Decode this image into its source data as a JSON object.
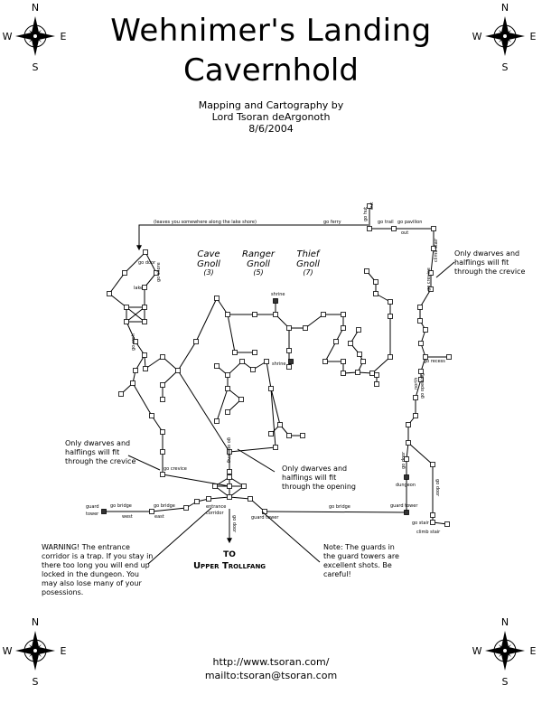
{
  "title": {
    "line1": "Wehnimer's Landing",
    "line2": "Cavernhold"
  },
  "credits": {
    "line1": "Mapping and Cartography by",
    "line2": "Lord Tsoran deArgonoth",
    "line3": "8/6/2004"
  },
  "compass": {
    "n": "N",
    "s": "S",
    "e": "E",
    "w": "W"
  },
  "areas": [
    {
      "name": "Cave",
      "sub": "Gnoll",
      "level": "(3)"
    },
    {
      "name": "Ranger",
      "sub": "Gnoll",
      "level": "(5)"
    },
    {
      "name": "Thief",
      "sub": "Gnoll",
      "level": "(7)"
    }
  ],
  "labels": {
    "lake_shore": "(leaves you somewhere along the lake shore)",
    "go_ferry": "go ferry",
    "go_trail": "go trail",
    "go_pavilion": "go pavilion",
    "out": "out",
    "go_hut": "go hut",
    "out_v": "out",
    "climb_stair": "climb stair",
    "go_crevice_v": "go crevice",
    "go_recess": "go recess",
    "north": "north",
    "go_opening_v": "go opening",
    "go_door_right": "go door",
    "dungeon": "dungeon",
    "go_door_right2": "go door",
    "guard_tower_right": "guard tower",
    "go_stair": "go stair",
    "climb_stair2": "climb stair",
    "lake": "lake",
    "go_door_lake": "go door",
    "go_shore": "go shore",
    "go_arch": "go arch",
    "shrine1": "shrine",
    "shrine2": "shrine",
    "go_opening_c": "go opening",
    "go_crevice": "go crevice",
    "entrance_corridor1": "entrance",
    "entrance_corridor2": "corridor",
    "go_door_center": "go door",
    "guard_tower_center": "guard tower",
    "go_bridge_center": "go bridge",
    "guard_tower_left1": "guard",
    "guard_tower_left2": "tower",
    "go_bridge_l": "go bridge",
    "west": "west",
    "go_bridge_l2": "go bridge",
    "east": "east",
    "to": "TO",
    "upper_trollfang": "Upper Trollfang"
  },
  "notes": {
    "crevice_right": [
      "Only dwarves and",
      "halflings will fit",
      "through the crevice"
    ],
    "crevice_left": [
      "Only dwarves and",
      "halflings will fit",
      "through the crevice"
    ],
    "opening": [
      "Only dwarves and",
      "halflings will fit",
      "through the opening"
    ],
    "warning": [
      "WARNING! The entrance",
      "corridor is a trap.  If you stay in",
      "there too long you will end up",
      "locked in the dungeon.  You",
      "may also lose many of your",
      "posessions."
    ],
    "guards": [
      "Note:  The guards in",
      "the guard towers are",
      "excellent shots.  Be",
      "careful!"
    ]
  },
  "footer": {
    "url": "http://www.tsoran.com/",
    "mail": "mailto:tsoran@tsoran.com"
  }
}
